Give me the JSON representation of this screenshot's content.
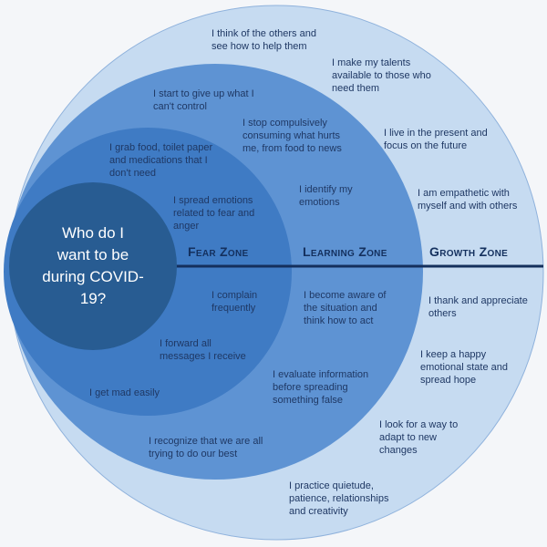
{
  "center_question": "Who do I\nwant to be\nduring COVID-\n19?",
  "zones": {
    "fear": "Fear Zone",
    "learning": "Learning Zone",
    "growth": "Growth Zone"
  },
  "fear_items": [
    "I grab food, toilet paper\nand medications that I\ndon't need",
    "I spread emotions\nrelated to fear and\nanger",
    "I complain\nfrequently",
    "I forward all\nmessages I receive",
    "I get mad easily"
  ],
  "learning_items": [
    "I start to give up what I\ncan't control",
    "I stop compulsively\nconsuming what hurts\nme, from food to news",
    "I identify my\nemotions",
    "I become aware of\nthe situation and\nthink how to act",
    "I evaluate information\nbefore spreading\nsomething false",
    "I recognize that we are all\ntrying to do our best"
  ],
  "growth_items": [
    "I think of the others and\nsee how to help them",
    "I make my talents\navailable to those who\nneed them",
    "I live in the present and\nfocus on the future",
    "I am empathetic with\nmyself and with others",
    "I thank and appreciate\nothers",
    "I keep a happy\nemotional state and\nspread hope",
    "I look for a way to\nadapt to new\nchanges",
    "I practice quietude,\npatience, relationships\nand creativity"
  ],
  "colors": {
    "growth": "#c6dbf1",
    "learning": "#5e93d3",
    "fear": "#3f7bc4",
    "center": "#285c92",
    "divider": "#142f5c"
  }
}
